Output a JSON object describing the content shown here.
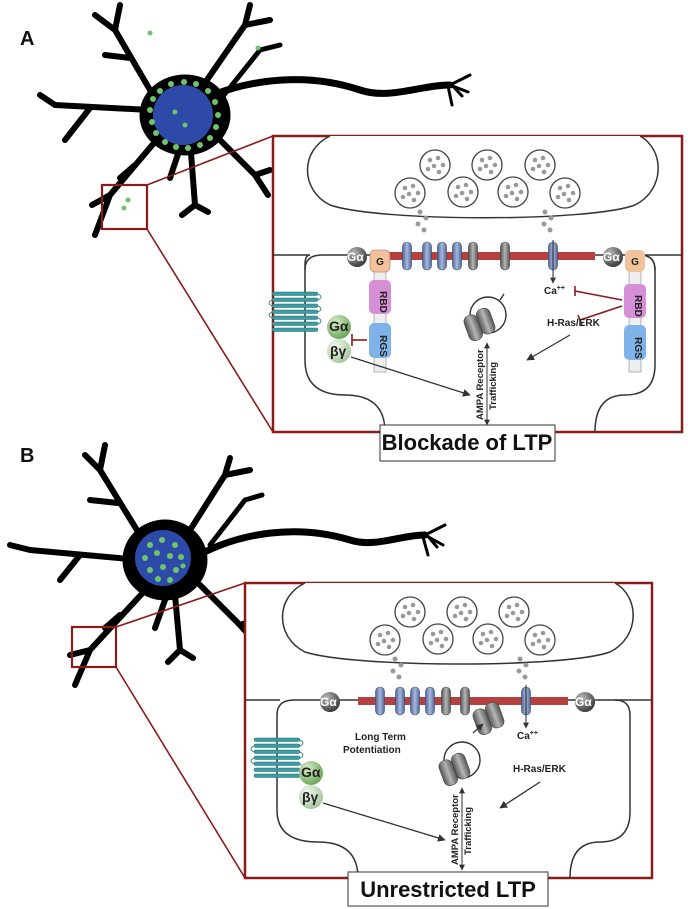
{
  "panels": [
    {
      "letter": "A",
      "caption": "Blockade of LTP",
      "g_alpha": "Gα",
      "beta_gamma": "βγ",
      "g_label": "G",
      "rbd_label": "RBD",
      "rgs_label": "RGS",
      "ca": "Ca",
      "ca_sup": "++",
      "hras": "H-Ras/ERK",
      "ampa1": "AMPA Receptor",
      "ampa2": "Trafficking"
    },
    {
      "letter": "B",
      "caption": "Unrestricted LTP",
      "g_alpha": "Gα",
      "beta_gamma": "βγ",
      "ca": "Ca",
      "ca_sup": "++",
      "hras": "H-Ras/ERK",
      "ampa1": "AMPA Receptor",
      "ampa2": "Trafficking",
      "ltp1": "Long Term",
      "ltp2": "Potentiation"
    }
  ],
  "colors": {
    "frame": "#8b1a1a",
    "nucleus": "#2e4aa8",
    "green_dots": "#6dc46a",
    "receptor_blue": "#6f86b8",
    "receptor_gray": "#7d7d7d",
    "membrane_red": "#b5403f",
    "g_alpha_ball": "#555555",
    "g_alpha_green": "#8ec27a",
    "beta_gamma": "#c7dec0",
    "g_box": "#f2c29b",
    "rbd_box": "#d58fd6",
    "rgs_box": "#7fb2e8",
    "gpcr_teal": "#3c9ea3"
  }
}
